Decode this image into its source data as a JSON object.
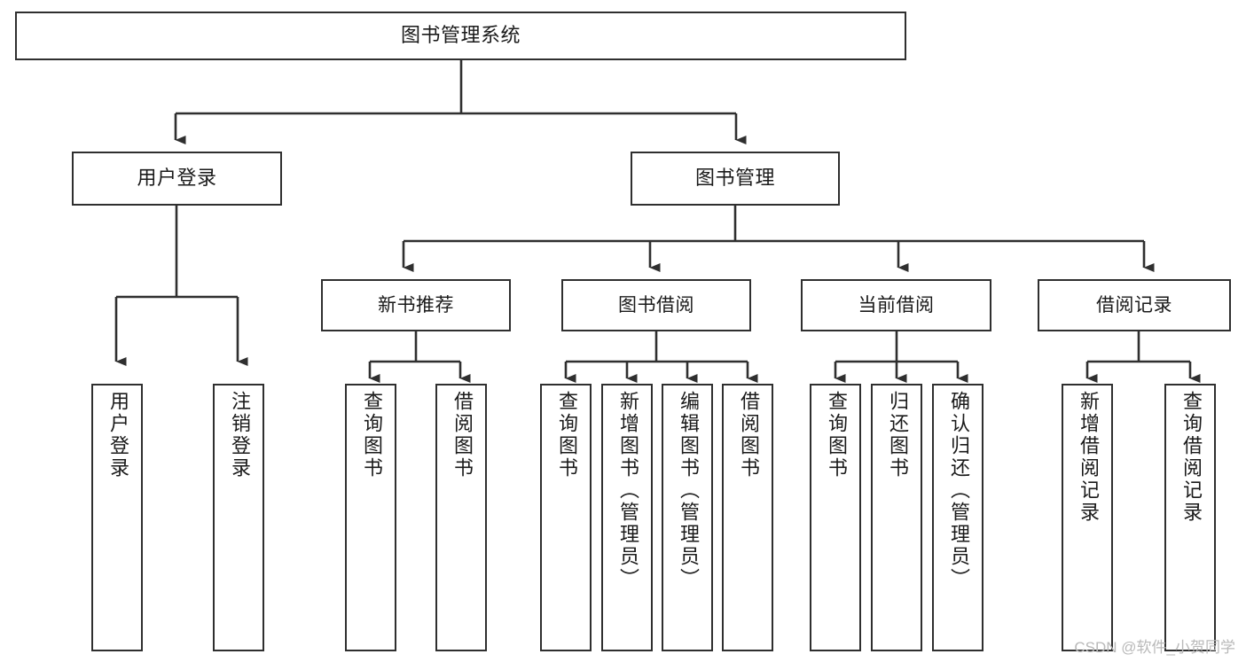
{
  "diagram": {
    "title": "图书管理系统",
    "watermark": "CSDN @软件_小贺同学",
    "line_color": "#2f2f2f",
    "box_fill": "#ffffff",
    "text_color": "#1a1a1a",
    "nodes": {
      "root": {
        "label": "图书管理系统"
      },
      "level2": [
        {
          "label": "用户登录"
        },
        {
          "label": "图书管理"
        }
      ],
      "level3": [
        {
          "label": "新书推荐"
        },
        {
          "label": "图书借阅"
        },
        {
          "label": "当前借阅"
        },
        {
          "label": "借阅记录"
        }
      ],
      "leaves": {
        "user_login": [
          {
            "label": "用户登录"
          },
          {
            "label": "注销登录"
          }
        ],
        "new_book_recommend": [
          {
            "label": "查询图书"
          },
          {
            "label": "借阅图书"
          }
        ],
        "book_borrow": [
          {
            "label": "查询图书"
          },
          {
            "label": "新增图书（管理员）"
          },
          {
            "label": "编辑图书（管理员）"
          },
          {
            "label": "借阅图书"
          }
        ],
        "current_borrow": [
          {
            "label": "查询图书"
          },
          {
            "label": "归还图书"
          },
          {
            "label": "确认归还（管理员）"
          }
        ],
        "borrow_record": [
          {
            "label": "新增借阅记录"
          },
          {
            "label": "查询借阅记录"
          }
        ]
      }
    }
  }
}
